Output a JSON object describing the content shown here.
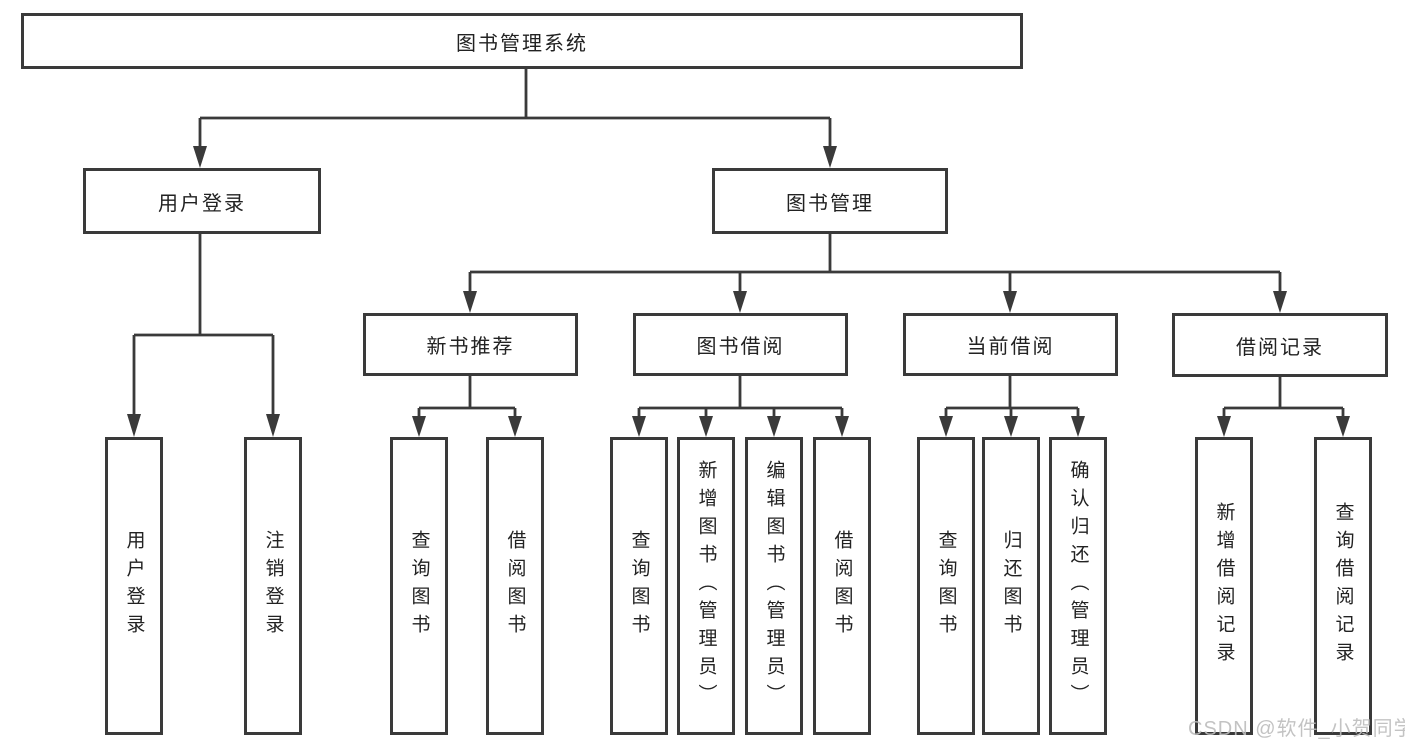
{
  "tree": {
    "root": {
      "label": "图书管理系统"
    },
    "children": [
      {
        "label": "用户登录",
        "children": [
          {
            "label": "用户登录"
          },
          {
            "label": "注销登录"
          }
        ]
      },
      {
        "label": "图书管理",
        "children": [
          {
            "label": "新书推荐",
            "children": [
              {
                "label": "查询图书"
              },
              {
                "label": "借阅图书"
              }
            ]
          },
          {
            "label": "图书借阅",
            "children": [
              {
                "label": "查询图书"
              },
              {
                "label": "新增图书（管理员）"
              },
              {
                "label": "编辑图书（管理员）"
              },
              {
                "label": "借阅图书"
              }
            ]
          },
          {
            "label": "当前借阅",
            "children": [
              {
                "label": "查询图书"
              },
              {
                "label": "归还图书"
              },
              {
                "label": "确认归还（管理员）"
              }
            ]
          },
          {
            "label": "借阅记录",
            "children": [
              {
                "label": "新增借阅记录"
              },
              {
                "label": "查询借阅记录"
              }
            ]
          }
        ]
      }
    ]
  },
  "watermark": {
    "text": "CSDN @软件_小贺同学"
  },
  "colors": {
    "line": "#3a3a3a",
    "text": "#222222",
    "watermark": "#bdbdbd",
    "background": "#ffffff"
  }
}
